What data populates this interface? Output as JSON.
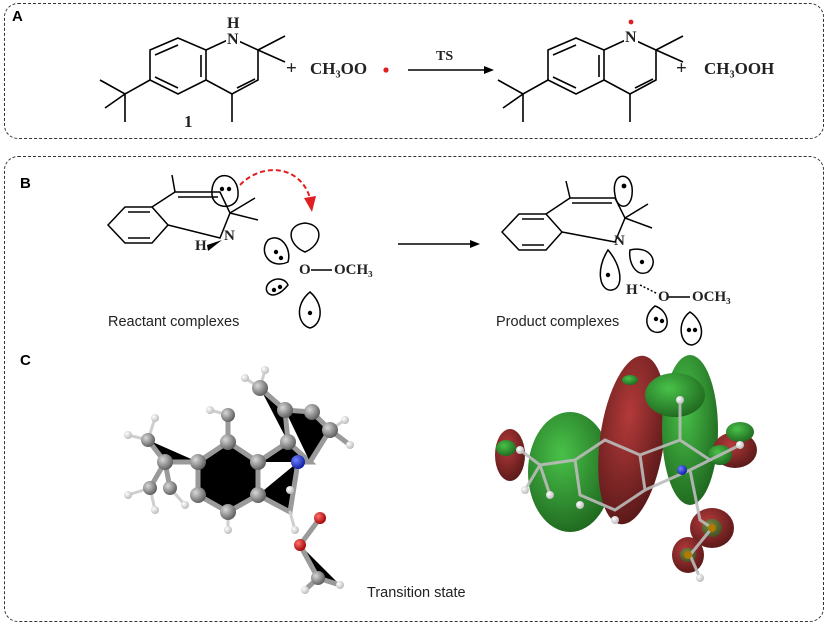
{
  "panel_a": {
    "label": "A",
    "compound_number": "1",
    "reactant_nh_label": "H",
    "reactant_n_label": "N",
    "plus_1": "+",
    "radical_reactant": "CH₃OO",
    "arrow_label": "TS",
    "product_n_label": "N",
    "plus_2": "+",
    "byproduct": "CH₃OOH",
    "radical_color": "#e02020"
  },
  "panel_b": {
    "label": "B",
    "reactant_caption": "Reactant complexes",
    "product_caption": "Product complexes",
    "n_label": "N",
    "h_label": "H",
    "o_label": "O",
    "och3_label": "OCH₃",
    "curved_arrow_color": "#e02020"
  },
  "panel_c": {
    "label": "C",
    "caption": "Transition state",
    "orbital_colors": {
      "positive": "#1f7a1f",
      "negative": "#7a1a1a"
    },
    "atom_colors": {
      "carbon": "#8a8a8a",
      "hydrogen": "#e8e8e8",
      "nitrogen": "#1a2fd0",
      "oxygen": "#d01010"
    }
  }
}
